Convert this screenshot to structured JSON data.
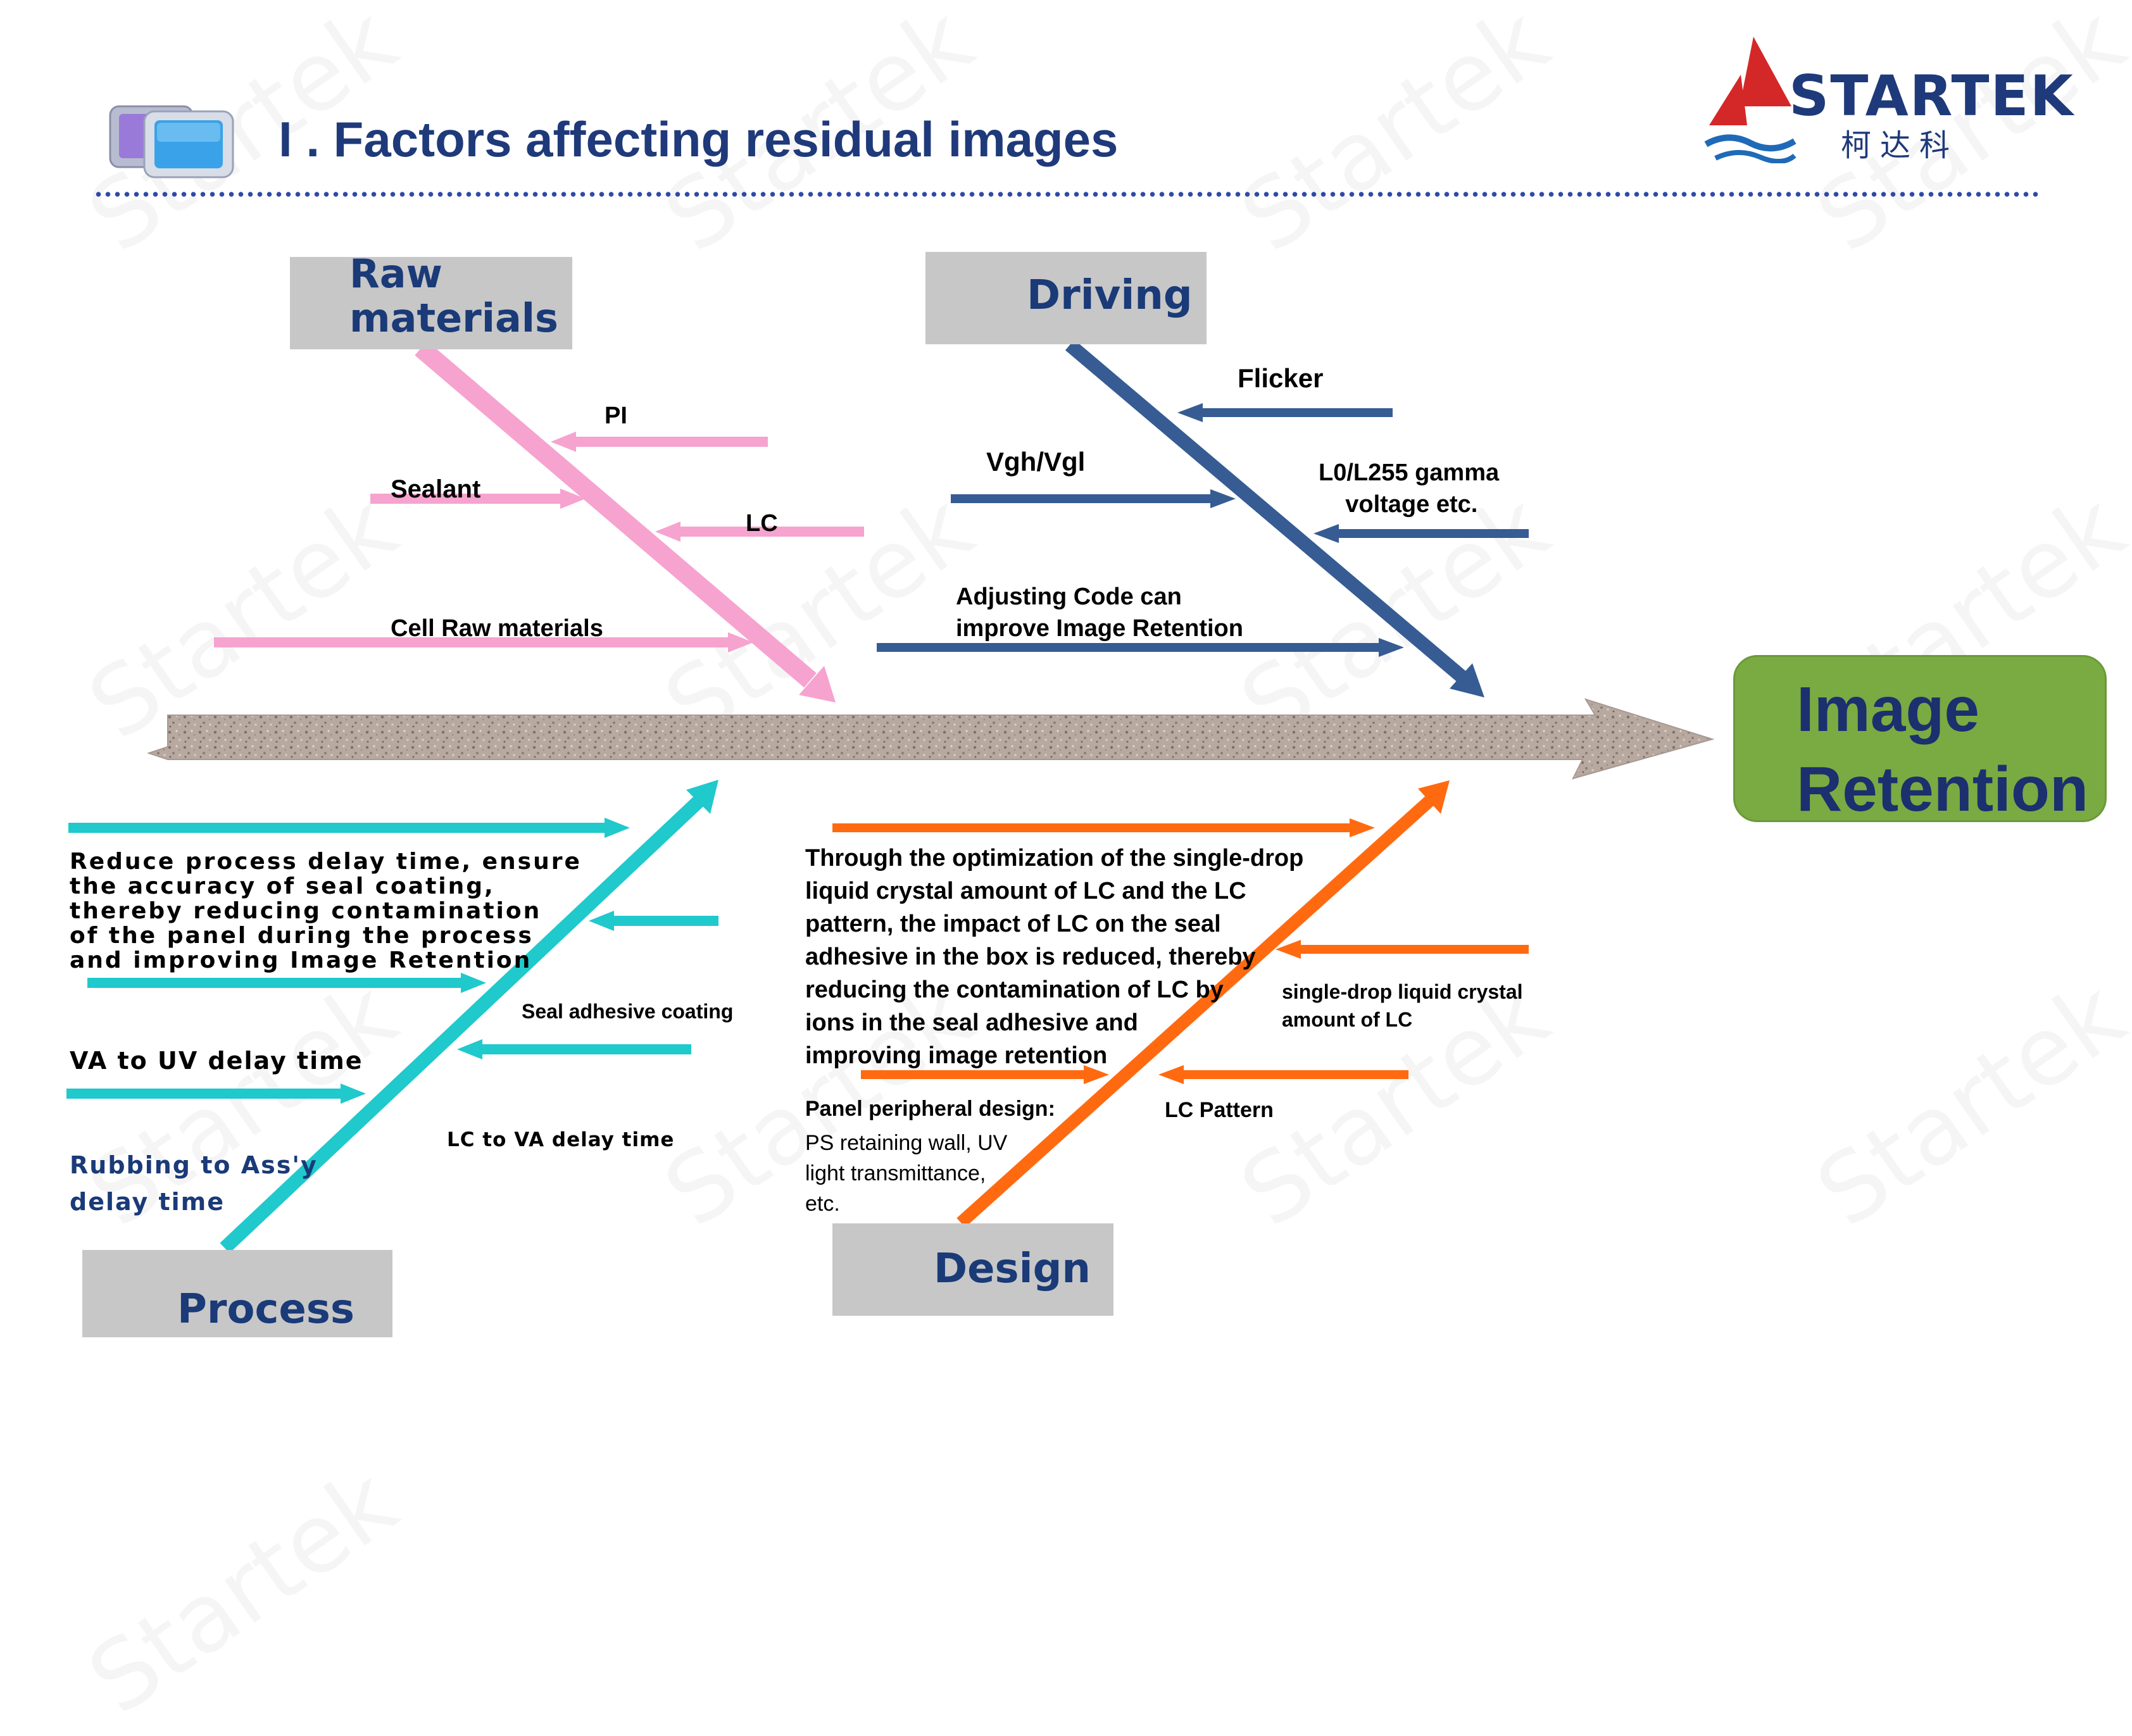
{
  "slide": {
    "title": "I . Factors affecting residual images",
    "logo": {
      "brand": "STARTEK",
      "chinese": "柯达科",
      "colors": {
        "sail": "#d42828",
        "wave": "#1f6ab8"
      }
    },
    "watermark": "Startek"
  },
  "result": {
    "label": "Image\nRetention",
    "color": "#7aaa42"
  },
  "colors": {
    "raw_materials": "#f6a3cf",
    "driving": "#365c93",
    "process": "#1fc9cc",
    "design": "#ff6a10",
    "box": "#c7c7c7",
    "box_text": "#1a3a78"
  },
  "categories": {
    "raw_materials": {
      "label": "Raw\nmaterials",
      "causes": [
        "PI",
        "Sealant",
        "LC",
        "Cell Raw materials"
      ]
    },
    "driving": {
      "label": "Driving",
      "causes": [
        "Flicker",
        "Vgh/Vgl",
        "L0/L255 gamma\n    voltage etc.",
        "Adjusting Code can\nimprove Image Retention"
      ]
    },
    "process": {
      "label": "Process",
      "causes": [
        "Reduce process delay time, ensure\nthe accuracy of seal coating,\nthereby reducing contamination\nof the panel during the process\nand improving Image Retention",
        "Seal adhesive coating",
        "VA to UV delay time",
        "LC to VA delay time",
        "Rubbing to Ass'y\ndelay time"
      ]
    },
    "design": {
      "label": "Design",
      "causes": [
        "Through the optimization of the single-drop\nliquid crystal amount of LC and the LC\npattern, the impact of LC on the seal\nadhesive in the box is reduced, thereby\nreducing the contamination of LC by\nions in the seal adhesive and\nimproving image retention",
        "single-drop liquid crystal\namount of LC",
        "Panel peripheral design:",
        "PS retaining wall, UV\nlight transmittance,\netc.",
        "LC Pattern"
      ]
    }
  }
}
